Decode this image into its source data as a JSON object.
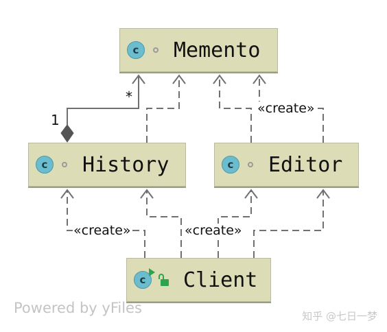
{
  "classes": {
    "memento": {
      "name": "Memento",
      "icon": "class-icon",
      "icon_letter": "c"
    },
    "history": {
      "name": "History",
      "icon": "class-icon",
      "icon_letter": "c"
    },
    "editor": {
      "name": "Editor",
      "icon": "class-icon",
      "icon_letter": "c"
    },
    "client": {
      "name": "Client",
      "icon": "runnable-class-icon",
      "icon_letter": "c"
    }
  },
  "relations": {
    "history_memento": {
      "type": "composition",
      "source_mult": "1",
      "target_mult": "*"
    },
    "editor_memento_create": {
      "label": "«create»"
    },
    "client_history_create": {
      "label": "«create»"
    },
    "client_editor_create": {
      "label": "«create»"
    }
  },
  "footer": {
    "powered_by": "Powered by yFiles",
    "watermark": "知乎 @七日一梦"
  },
  "colors": {
    "class_fill": "#dcdcb6",
    "class_border": "#b9b9a0",
    "class_icon": "#6bbccc",
    "edge": "#707070",
    "composition_diamond": "#555555",
    "public_lock": "#2fa44f"
  }
}
